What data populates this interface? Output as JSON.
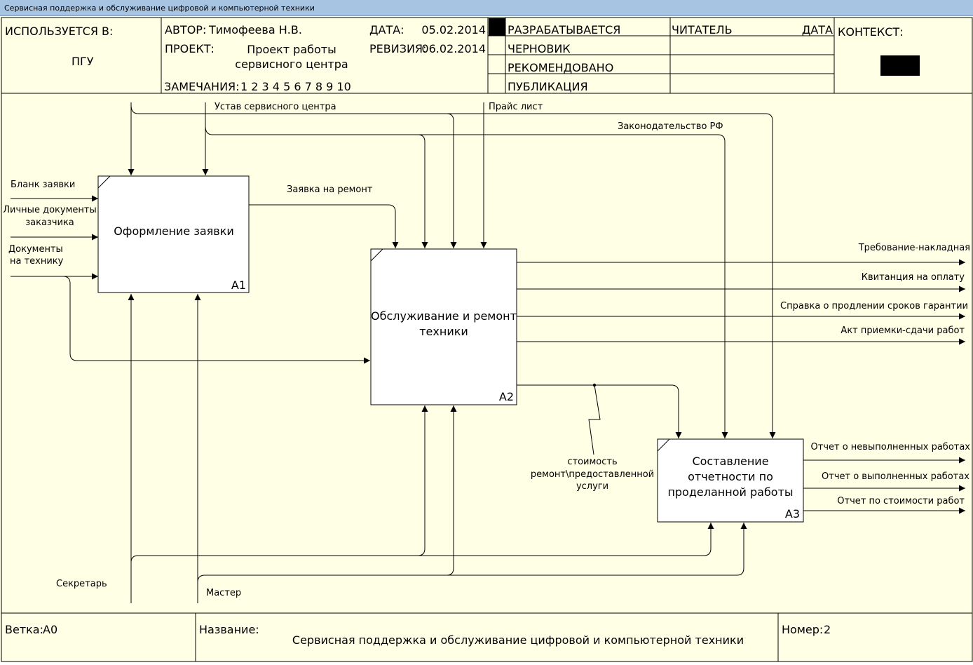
{
  "window": {
    "title": "Сервисная поддержка и обслуживание цифровой и компьютерной техники"
  },
  "header": {
    "used_in_label": "ИСПОЛЬЗУЕТСЯ В:",
    "used_in_value": "ПГУ",
    "author_label": "АВТОР:",
    "author_value": "Тимофеева Н.В.",
    "project_label": "ПРОЕКТ:",
    "project_value_line1": "Проект работы",
    "project_value_line2": "сервисного центра",
    "notes_label": "ЗАМЕЧАНИЯ:",
    "notes_value": "1 2 3 4 5 6 7 8 9 10",
    "date_label": "ДАТА:",
    "date_value": "05.02.2014",
    "revision_label": "РЕВИЗИЯ:",
    "revision_value": "06.02.2014",
    "status": [
      "РАЗРАБАТЫВАЕТСЯ",
      "ЧЕРНОВИК",
      "РЕКОМЕНДОВАНО",
      "ПУБЛИКАЦИЯ"
    ],
    "reader_label": "ЧИТАТЕЛЬ",
    "reader_date_label": "ДАТА",
    "context_label": "КОНТЕКСТ:"
  },
  "diagram": {
    "boxes": [
      {
        "id": "A1",
        "title_lines": [
          "Оформление заявки"
        ]
      },
      {
        "id": "A2",
        "title_lines": [
          "Обслуживание и ремонт",
          "техники"
        ]
      },
      {
        "id": "A3",
        "title_lines": [
          "Составление",
          "отчетности по",
          "проделанной работы"
        ]
      }
    ],
    "labels": {
      "ustav": "Устав сервисного центра",
      "price": "Прайс лист",
      "law": "Законодательство РФ",
      "blank": "Бланк заявки",
      "docs_personal_1": "Личные документы",
      "docs_personal_2": "заказчика",
      "docs_tech_1": "Документы",
      "docs_tech_2": "на технику",
      "request": "Заявка на ремонт",
      "out_invoice": "Требование-накладная",
      "out_receipt": "Квитанция на оплату",
      "out_warranty": "Справка о продлении сроков гарантии",
      "out_act": "Акт приемки-сдачи работ",
      "cost_1": "стоимость",
      "cost_2": "ремонт\\предоставленной",
      "cost_3": "услуги",
      "out_not_done": "Отчет о невыполненных работах",
      "out_done": "Отчет о выполненных работах",
      "out_cost": "Отчет по стоимости работ",
      "secretary": "Секретарь",
      "master": "Мастер"
    }
  },
  "footer": {
    "node_label": "Ветка:",
    "node_value": "А0",
    "name_label": "Название:",
    "name_value": "Сервисная поддержка и обслуживание цифровой и компьютерной техники",
    "number_label": "Номер:",
    "number_value": "2"
  }
}
